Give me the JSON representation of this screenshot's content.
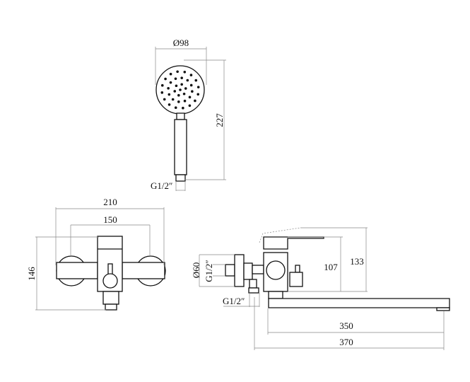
{
  "hand_shower": {
    "diameter_label": "Ø98",
    "length_label": "227",
    "thread_label": "G1/2″"
  },
  "front_view": {
    "overall_width_label": "210",
    "center_distance_label": "150",
    "height_label": "146"
  },
  "side_view": {
    "flange_diameter_label": "Ø60",
    "inlet_thread_label": "G1/2″",
    "outlet_thread_label": "G1/2″",
    "body_height_label": "107",
    "total_height_label": "133",
    "spout_reach_label": "350",
    "total_depth_label": "370"
  },
  "colors": {
    "line": "#111111",
    "dimension": "#888888"
  }
}
